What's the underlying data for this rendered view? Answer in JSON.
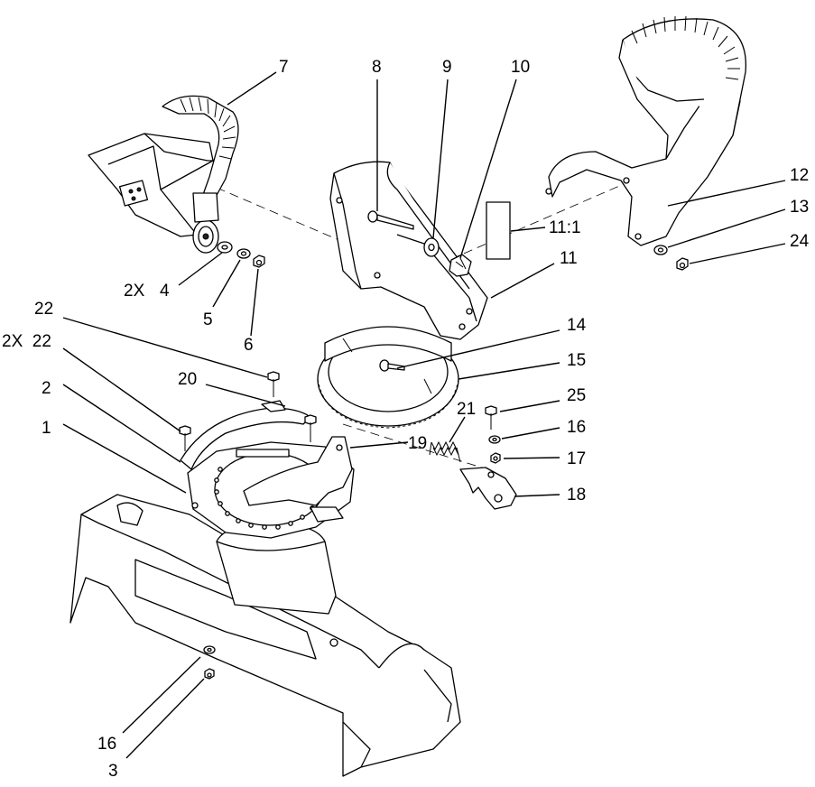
{
  "diagram": {
    "callouts": [
      {
        "id": "c7",
        "text": "7"
      },
      {
        "id": "c8",
        "text": "8"
      },
      {
        "id": "c9",
        "text": "9"
      },
      {
        "id": "c10",
        "text": "10"
      },
      {
        "id": "c11-1",
        "text": "11:1"
      },
      {
        "id": "c11",
        "text": "11"
      },
      {
        "id": "c12",
        "text": "12"
      },
      {
        "id": "c13",
        "text": "13"
      },
      {
        "id": "c24",
        "text": "24"
      },
      {
        "id": "c2x",
        "text": "2X"
      },
      {
        "id": "c4",
        "text": "4"
      },
      {
        "id": "c5",
        "text": "5"
      },
      {
        "id": "c6",
        "text": "6"
      },
      {
        "id": "c22a",
        "text": "22"
      },
      {
        "id": "c2x22",
        "text": "2X  22"
      },
      {
        "id": "c2",
        "text": "2"
      },
      {
        "id": "c1",
        "text": "1"
      },
      {
        "id": "c20",
        "text": "20"
      },
      {
        "id": "c14",
        "text": "14"
      },
      {
        "id": "c15",
        "text": "15"
      },
      {
        "id": "c21",
        "text": "21"
      },
      {
        "id": "c25",
        "text": "25"
      },
      {
        "id": "c19",
        "text": "19"
      },
      {
        "id": "c16a",
        "text": "16"
      },
      {
        "id": "c17",
        "text": "17"
      },
      {
        "id": "c18",
        "text": "18"
      },
      {
        "id": "c16b",
        "text": "16"
      },
      {
        "id": "c3",
        "text": "3"
      }
    ]
  }
}
